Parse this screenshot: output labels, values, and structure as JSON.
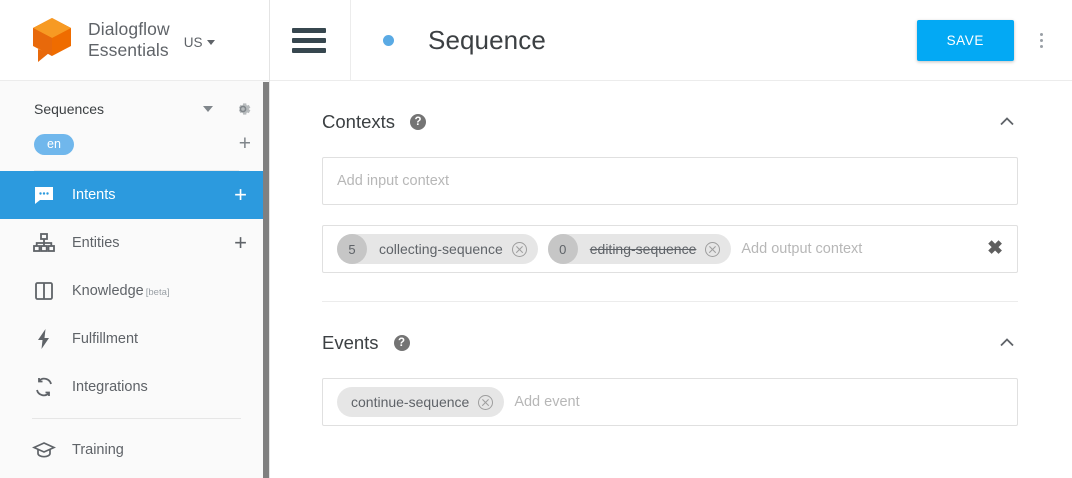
{
  "brand": {
    "logo_icon": "dialogflow-cube-logo",
    "name_line1": "Dialogflow",
    "name_line2": "Essentials",
    "region": "US",
    "region_caret_icon": "caret-down-icon"
  },
  "sidebar": {
    "agent": {
      "name": "Sequences",
      "caret_icon": "caret-down-icon",
      "settings_icon": "gear-icon"
    },
    "language": {
      "chip": "en",
      "add_icon": "plus-icon"
    },
    "items": [
      {
        "label": "Intents",
        "icon": "speech-bubble-icon",
        "active": true,
        "add": "+",
        "beta": ""
      },
      {
        "label": "Entities",
        "icon": "org-chart-icon",
        "active": false,
        "add": "+",
        "beta": ""
      },
      {
        "label": "Knowledge",
        "icon": "book-icon",
        "active": false,
        "add": "",
        "beta": "[beta]"
      },
      {
        "label": "Fulfillment",
        "icon": "lightning-bolt-icon",
        "active": false,
        "add": "",
        "beta": ""
      },
      {
        "label": "Integrations",
        "icon": "refresh-arrows-icon",
        "active": false,
        "add": "",
        "beta": ""
      },
      {
        "label": "Training",
        "icon": "graduation-cap-icon",
        "active": false,
        "add": "",
        "beta": ""
      }
    ],
    "accent_color": "#2c9ade"
  },
  "header": {
    "menu_icon": "hamburger-menu-icon",
    "status_dot_icon": "status-dot-icon",
    "title": "Sequence",
    "save_label": "SAVE",
    "save_color": "#03a9f4",
    "more_icon": "kebab-menu-icon"
  },
  "contexts": {
    "title": "Contexts",
    "help_icon": "help-icon",
    "collapse_icon": "chevron-up-icon",
    "input_placeholder": "Add input context",
    "output_placeholder": "Add output context",
    "clear_icon": "clear-x-icon",
    "output_chips": [
      {
        "count": "5",
        "label": "collecting-sequence",
        "struck": false,
        "remove_icon": "chip-remove-icon"
      },
      {
        "count": "0",
        "label": "editing-sequence",
        "struck": true,
        "remove_icon": "chip-remove-icon"
      }
    ]
  },
  "events": {
    "title": "Events",
    "help_icon": "help-icon",
    "collapse_icon": "chevron-up-icon",
    "placeholder": "Add event",
    "chips": [
      {
        "label": "continue-sequence",
        "remove_icon": "chip-remove-icon"
      }
    ]
  }
}
